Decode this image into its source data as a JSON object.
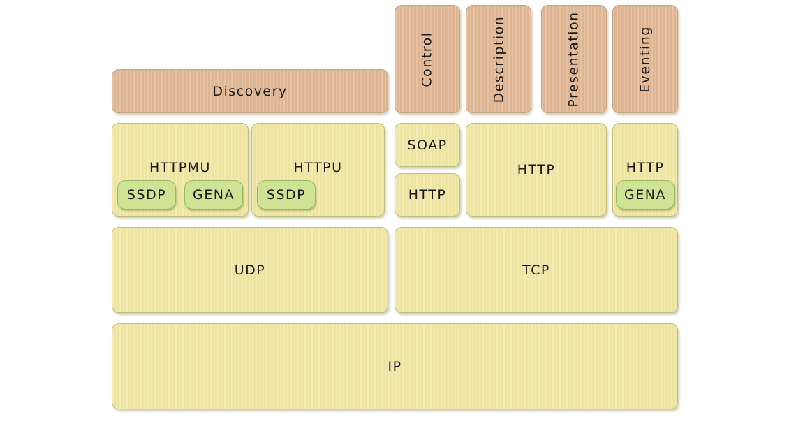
{
  "application_layer": {
    "discovery": "Discovery",
    "control": "Control",
    "description": "Description",
    "presentation": "Presentation",
    "eventing": "Eventing"
  },
  "transport_protocols": {
    "httpmu": "HTTPMU",
    "httpu": "HTTPU",
    "soap": "SOAP",
    "http_control": "HTTP",
    "http_description": "HTTP",
    "http_eventing": "HTTP",
    "ssdp_httpmu": "SSDP",
    "gena_httpmu": "GENA",
    "ssdp_httpu": "SSDP",
    "gena_eventing": "GENA"
  },
  "transport_layer": {
    "udp": "UDP",
    "tcp": "TCP"
  },
  "network_layer": {
    "ip": "IP"
  },
  "colors": {
    "application_fill": "#e3b995",
    "protocol_fill": "#f2e8a6",
    "subprotocol_fill": "#cfe394"
  }
}
